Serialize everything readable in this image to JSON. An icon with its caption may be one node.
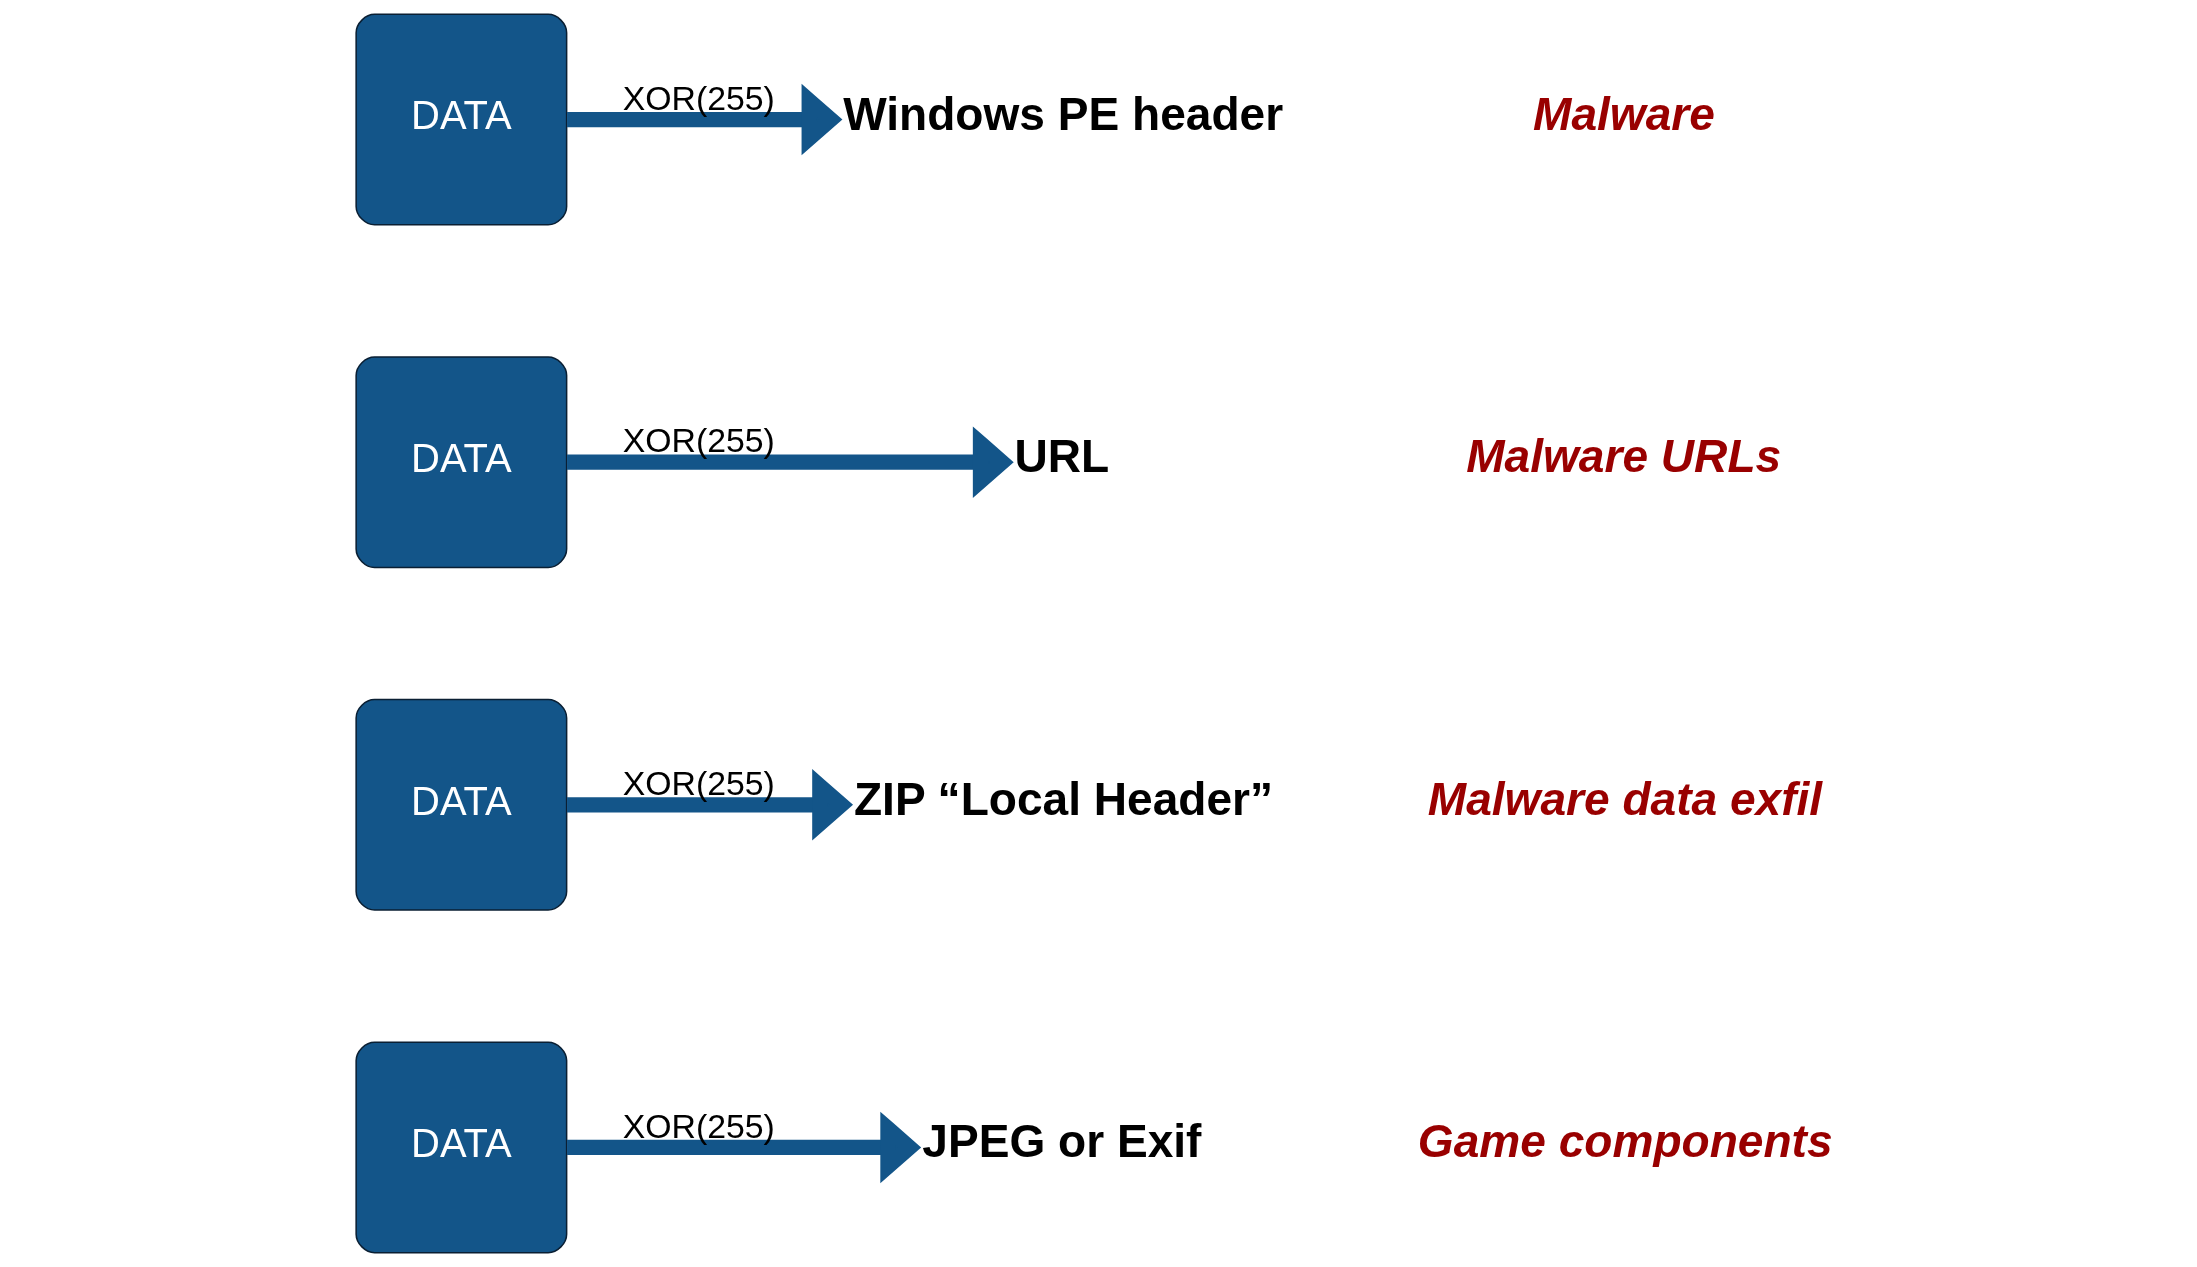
{
  "diagram": {
    "nodes": [
      {
        "text": [
          "DATA"
        ]
      },
      {
        "text": [
          "Windows PE header"
        ]
      },
      {
        "text": [
          "DATA"
        ]
      },
      {
        "text": [
          "URL"
        ]
      },
      {
        "text": [
          "DATA"
        ]
      },
      {
        "text": [
          "ZIP “Local Header”"
        ]
      },
      {
        "text": [
          "DATA"
        ]
      },
      {
        "text": [
          "JPEG or Exif"
        ]
      }
    ],
    "edges": [
      {
        "from": 0,
        "to": 1,
        "arrow": "to",
        "label": "XOR(255)"
      },
      {
        "from": 2,
        "to": 3,
        "arrow": "to",
        "label": "XOR(255)"
      },
      {
        "from": 4,
        "to": 5,
        "arrow": "to",
        "label": "XOR(255)"
      },
      {
        "from": 6,
        "to": 7,
        "arrow": "to",
        "label": "XOR(255)"
      }
    ],
    "labels": [
      "Malware",
      "Malware URLs",
      "Malware data exfil",
      "Game components"
    ]
  }
}
